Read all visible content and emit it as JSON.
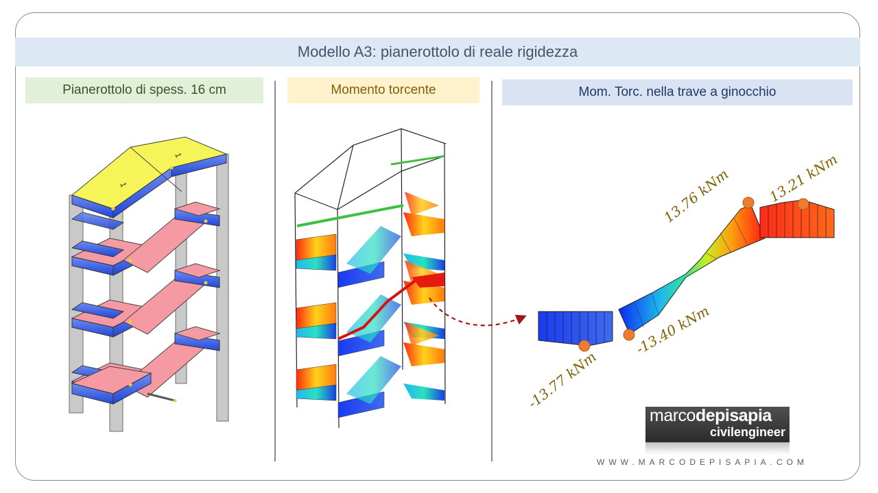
{
  "title": "Modello A3: pianerottolo di reale rigidezza",
  "panels": {
    "left_label": "Pianerottolo di spess. 16 cm",
    "middle_label": "Momento torcente",
    "right_label": "Mom. Torc. nella trave a ginocchio"
  },
  "moment_values": {
    "v1": "-13.77 kNm",
    "v2": "-13.40 kNm",
    "v3": "13.76 kNm",
    "v4": "13.21 kNm"
  },
  "logo": {
    "part1": "marco",
    "part2": "depisapia",
    "sub": "civilengineer"
  },
  "website": "WWW.MARCODEPISAPIA.COM",
  "colors": {
    "title_band": "#dce8f4",
    "left_label_bg": "#e2efd9",
    "middle_label_bg": "#fff2cc",
    "right_label_bg": "#dae3f3",
    "value_text": "#7f6000",
    "marker": "#ed7d31"
  }
}
